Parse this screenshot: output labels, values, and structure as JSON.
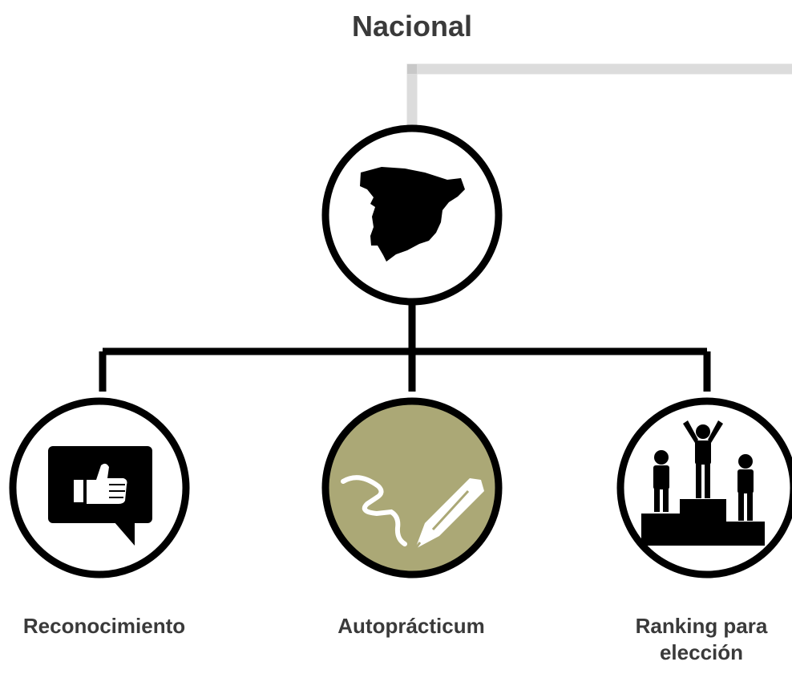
{
  "title": "Nacional",
  "root": {
    "icon": "spain-map-icon"
  },
  "children": [
    {
      "label": "Reconocimiento",
      "icon": "thumbs-up-speech-bubble-icon",
      "fill": "#ffffff"
    },
    {
      "label": "Autoprácticum",
      "icon": "pen-signature-icon",
      "fill": "#aba876"
    },
    {
      "label": "Ranking para elección",
      "icon": "podium-icon",
      "fill": "#ffffff"
    }
  ],
  "colors": {
    "outline": "#000000",
    "accent": "#aba876",
    "gray_line": "#dcdcdc",
    "text": "#3a3a3a"
  }
}
